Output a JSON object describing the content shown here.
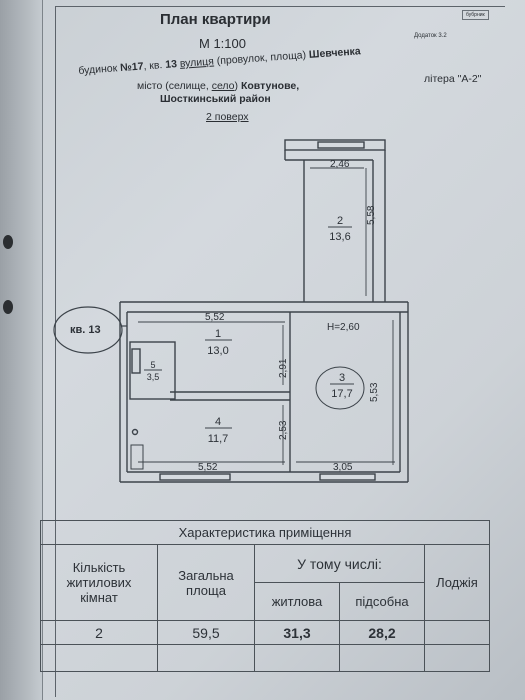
{
  "header": {
    "title": "План квартири",
    "scale": "М 1:100",
    "appendix": "Додаток 3.2",
    "stamp": "бубрник"
  },
  "address": {
    "building_label": "будинок",
    "building_no": "№17",
    "apt_label": "кв.",
    "apt_no": "13",
    "street_type": "вулиця",
    "street_alt": "(провулок, площа)",
    "street_name": "Шевченка",
    "city_type_prefix": "місто (селище,",
    "city_type": "село",
    "city_type_suffix": ")",
    "city_name": "Ковтунове,",
    "district": "Шосткинський район",
    "letter": "літера \"А-2\"",
    "floor": "2 поверх"
  },
  "plan": {
    "apartment_tag": "кв. 13",
    "height": "Н=2,60",
    "dimensions": {
      "balcony_width": "2,46",
      "balcony_length": "5,58",
      "top_left_width": "5,52",
      "bottom_left_width": "5,52",
      "bottom_right_width": "3,05",
      "right_length": "5,53",
      "room1_depth": "2,91",
      "room4_depth": "2,53"
    },
    "rooms": [
      {
        "no": "1",
        "area": "13,0"
      },
      {
        "no": "2",
        "area": "13,6"
      },
      {
        "no": "3",
        "area": "17,7"
      },
      {
        "no": "4",
        "area": "11,7"
      },
      {
        "no": "5",
        "area": "3,5"
      }
    ]
  },
  "table": {
    "caption": "Характеристика приміщення",
    "col_rooms_line1": "Кількість",
    "col_rooms_line2": "житилових",
    "col_rooms_line3": "кімнат",
    "col_total_line1": "Загальна",
    "col_total_line2": "площа",
    "col_including": "У тому числі:",
    "col_living": "житлова",
    "col_aux": "підсобна",
    "col_loggia": "Лоджія",
    "row": {
      "rooms": "2",
      "total": "59,5",
      "living": "31,3",
      "aux": "28,2",
      "loggia": ""
    }
  }
}
